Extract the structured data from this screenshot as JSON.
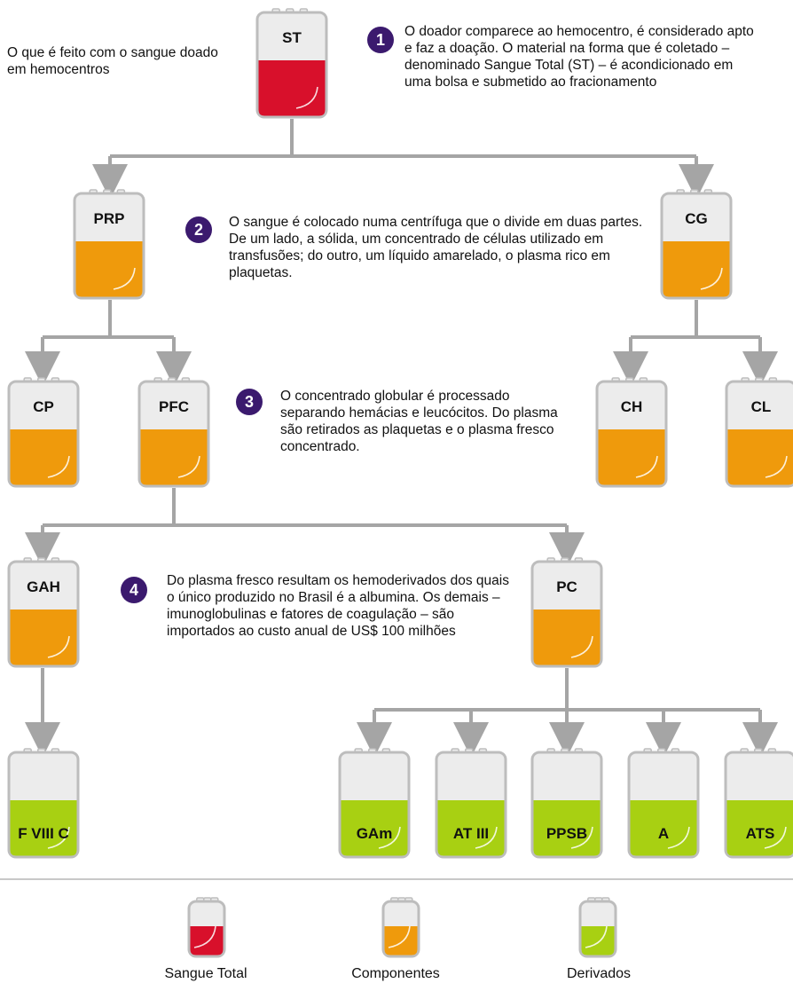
{
  "title": "O que é feito com o sangue doado em hemocentros",
  "colors": {
    "sangue_total": "#d8102b",
    "componentes": "#ef9a0c",
    "derivados": "#a8d012",
    "bag_top": "#ececec",
    "bag_border": "#bdbdbd",
    "arrow": "#a5a5a5",
    "badge": "#3b1a6e"
  },
  "steps": [
    {
      "number": "1",
      "text": "O doador comparece ao hemocentro, é considerado apto e faz a doação. O material na forma que é coletado – denominado Sangue Total (ST) – é acondicionado em uma bolsa e submetido ao fracionamento"
    },
    {
      "number": "2",
      "text": "O sangue é colocado numa centrífuga que o divide em duas partes. De um lado, a sólida, um concentrado de células utilizado em transfusões; do outro, um líquido amarelado, o plasma rico em plaquetas."
    },
    {
      "number": "3",
      "text": "O concentrado globular é processado separando hemácias e leucócitos. Do plasma são retirados as plaquetas e o plasma fresco concentrado."
    },
    {
      "number": "4",
      "text": "Do plasma fresco resultam os hemoderivados dos quais o único produzido no Brasil é a albumina. Os demais – imunoglobulinas e fatores de coagulação – são importados ao custo anual de US$ 100 milhões"
    }
  ],
  "bags": [
    {
      "id": "st",
      "label": "ST",
      "category": "sangue_total"
    },
    {
      "id": "prp",
      "label": "PRP",
      "category": "componentes"
    },
    {
      "id": "cg",
      "label": "CG",
      "category": "componentes"
    },
    {
      "id": "cp",
      "label": "CP",
      "category": "componentes"
    },
    {
      "id": "pfc",
      "label": "PFC",
      "category": "componentes"
    },
    {
      "id": "ch",
      "label": "CH",
      "category": "componentes"
    },
    {
      "id": "cl",
      "label": "CL",
      "category": "componentes"
    },
    {
      "id": "gah",
      "label": "GAH",
      "category": "componentes"
    },
    {
      "id": "pc",
      "label": "PC",
      "category": "componentes"
    },
    {
      "id": "fviii",
      "label": "F VIII C",
      "category": "derivados"
    },
    {
      "id": "gam",
      "label": "GAm",
      "category": "derivados"
    },
    {
      "id": "at3",
      "label": "AT III",
      "category": "derivados"
    },
    {
      "id": "ppsb",
      "label": "PPSB",
      "category": "derivados"
    },
    {
      "id": "a",
      "label": "A",
      "category": "derivados"
    },
    {
      "id": "ats",
      "label": "ATS",
      "category": "derivados"
    }
  ],
  "legend": [
    {
      "category": "sangue_total",
      "label": "Sangue Total"
    },
    {
      "category": "componentes",
      "label": "Componentes"
    },
    {
      "category": "derivados",
      "label": "Derivados"
    }
  ]
}
